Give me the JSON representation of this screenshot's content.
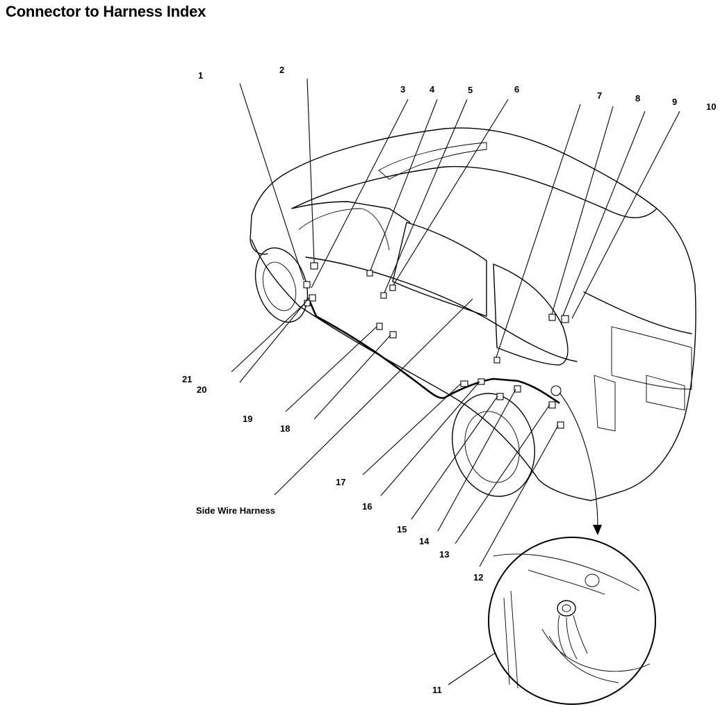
{
  "title": "Connector to Harness Index",
  "harness_label": "Side Wire Harness",
  "callouts": [
    "1",
    "2",
    "3",
    "4",
    "5",
    "6",
    "7",
    "8",
    "9",
    "10",
    "11",
    "12",
    "13",
    "14",
    "15",
    "16",
    "17",
    "18",
    "19",
    "20",
    "21"
  ]
}
